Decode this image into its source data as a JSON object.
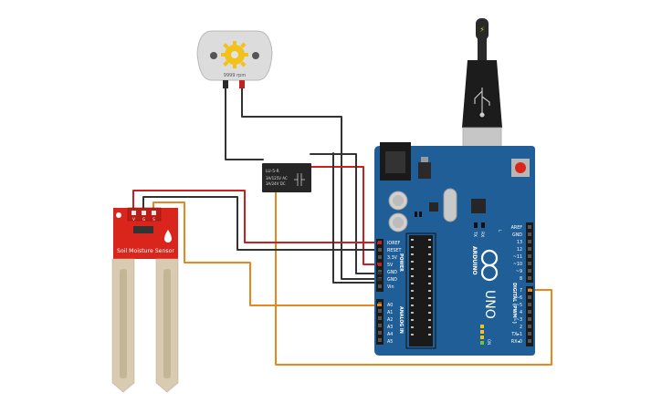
{
  "motor": {
    "rpm_label": "9999 rpm"
  },
  "relay": {
    "line1": "LU-5-R",
    "line2": "3A/125V AC",
    "line3": "3A/24V DC"
  },
  "sensor": {
    "label": "Soil Moisture Sensor",
    "pins": [
      "V",
      "G",
      "S"
    ]
  },
  "arduino": {
    "brand": "ARDUINO",
    "model": "UNO",
    "power_header_title": "POWER",
    "analog_header_title": "ANALOG IN",
    "digital_header_title": "DIGITAL (PWM~)",
    "power_pins": [
      "IOREF",
      "RESET",
      "3.3V",
      "5V",
      "GND",
      "GND",
      "Vin"
    ],
    "analog_pins": [
      "A0",
      "A1",
      "A2",
      "A3",
      "A4",
      "A5"
    ],
    "top_digital_pins": [
      "AREF",
      "GND",
      "13",
      "12",
      "~11",
      "~10",
      "~9",
      "8"
    ],
    "bottom_digital_pins": [
      "7",
      "~6",
      "~5",
      "4",
      "~3",
      "2",
      "TX▸1",
      "RX◂0"
    ],
    "led_labels": [
      "L",
      "TX",
      "RX"
    ],
    "on_label": "ON"
  },
  "colors": {
    "board": "#1f5e96",
    "board_dark": "#154878",
    "sensor_red": "#d9251c",
    "wire_black": "#333333",
    "wire_red": "#cc1f1f",
    "wire_orange": "#e8871e",
    "probe": "#d8cbb2",
    "motor_body": "#dcdcdc",
    "gear": "#f2c21a"
  }
}
